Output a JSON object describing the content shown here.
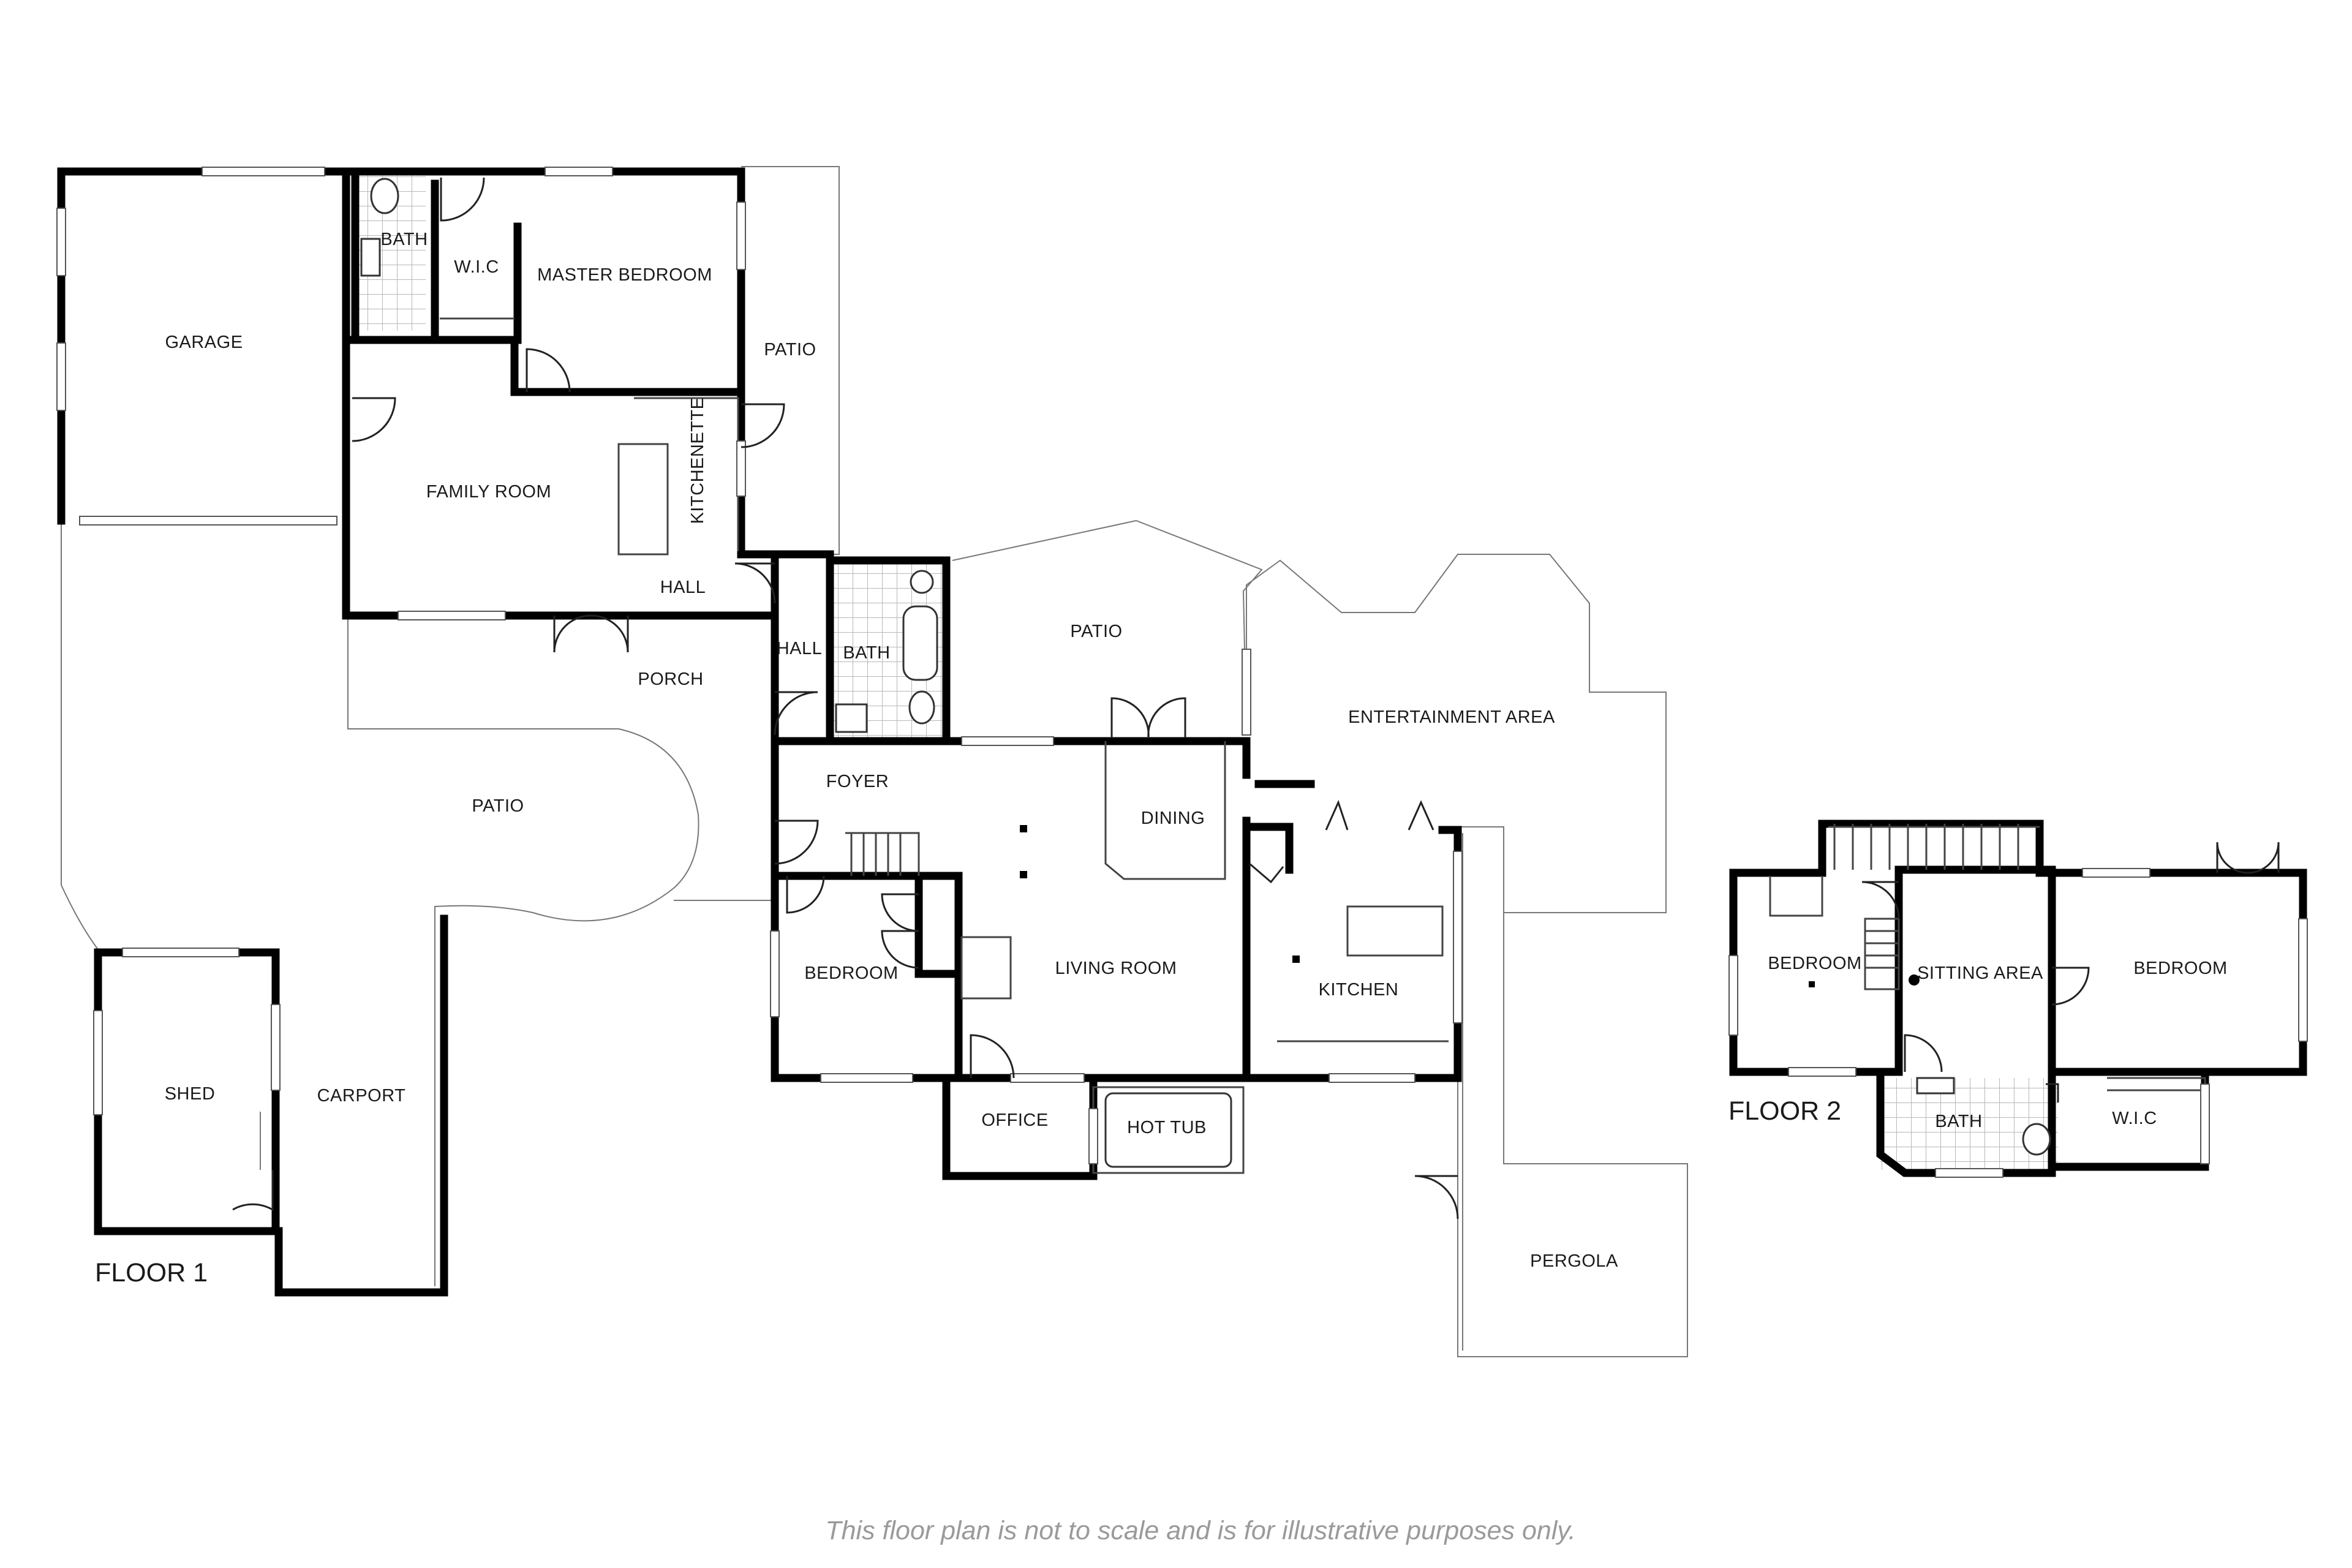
{
  "floors": [
    {
      "label": "FLOOR 1",
      "rooms": [
        {
          "id": "garage",
          "label": "GARAGE"
        },
        {
          "id": "bath-master",
          "label": "BATH"
        },
        {
          "id": "wic-master",
          "label": "W.I.C"
        },
        {
          "id": "master-bedroom",
          "label": "MASTER BEDROOM"
        },
        {
          "id": "patio-east-master",
          "label": "PATIO"
        },
        {
          "id": "family-room",
          "label": "FAMILY ROOM"
        },
        {
          "id": "kitchenette",
          "label": "KITCHENETTE"
        },
        {
          "id": "hall-upper",
          "label": "HALL"
        },
        {
          "id": "porch",
          "label": "PORCH"
        },
        {
          "id": "patio-main",
          "label": "PATIO"
        },
        {
          "id": "hall-middle",
          "label": "HALL"
        },
        {
          "id": "bath-middle",
          "label": "BATH"
        },
        {
          "id": "patio-rear",
          "label": "PATIO"
        },
        {
          "id": "entertainment-area",
          "label": "ENTERTAINMENT AREA"
        },
        {
          "id": "foyer",
          "label": "FOYER"
        },
        {
          "id": "dining",
          "label": "DINING"
        },
        {
          "id": "bedroom-1",
          "label": "BEDROOM"
        },
        {
          "id": "living-room",
          "label": "LIVING ROOM"
        },
        {
          "id": "kitchen",
          "label": "KITCHEN"
        },
        {
          "id": "office",
          "label": "OFFICE"
        },
        {
          "id": "hot-tub",
          "label": "HOT TUB"
        },
        {
          "id": "shed",
          "label": "SHED"
        },
        {
          "id": "carport",
          "label": "CARPORT"
        },
        {
          "id": "pergola",
          "label": "PERGOLA"
        }
      ]
    },
    {
      "label": "FLOOR 2",
      "rooms": [
        {
          "id": "bedroom-2a",
          "label": "BEDROOM"
        },
        {
          "id": "sitting-area",
          "label": "SITTING AREA"
        },
        {
          "id": "bedroom-2b",
          "label": "BEDROOM"
        },
        {
          "id": "bath-upper",
          "label": "BATH"
        },
        {
          "id": "wic-upper",
          "label": "W.I.C"
        }
      ]
    }
  ],
  "disclaimer": "This floor plan is not to scale and is for illustrative purposes only."
}
